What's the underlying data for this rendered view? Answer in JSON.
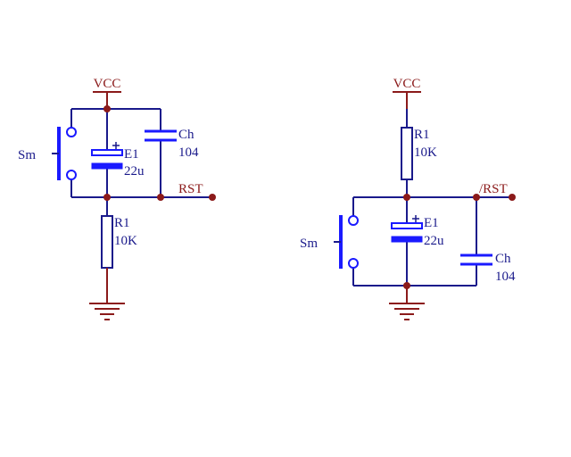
{
  "left_circuit": {
    "vcc_label": "VCC",
    "switch_label": "Sm",
    "cap_e_ref": "E1",
    "cap_e_value": "22u",
    "cap_h_ref": "Ch",
    "cap_h_value": "104",
    "output_label": "RST",
    "resistor_ref": "R1",
    "resistor_value": "10K"
  },
  "right_circuit": {
    "vcc_label": "VCC",
    "resistor_ref": "R1",
    "resistor_value": "10K",
    "switch_label": "Sm",
    "cap_e_ref": "E1",
    "cap_e_value": "22u",
    "cap_h_ref": "Ch",
    "cap_h_value": "104",
    "output_label": "/RST"
  },
  "colors": {
    "wire": "#1a1a8b",
    "component": "#1a1aff",
    "net": "#8b1a1a"
  }
}
